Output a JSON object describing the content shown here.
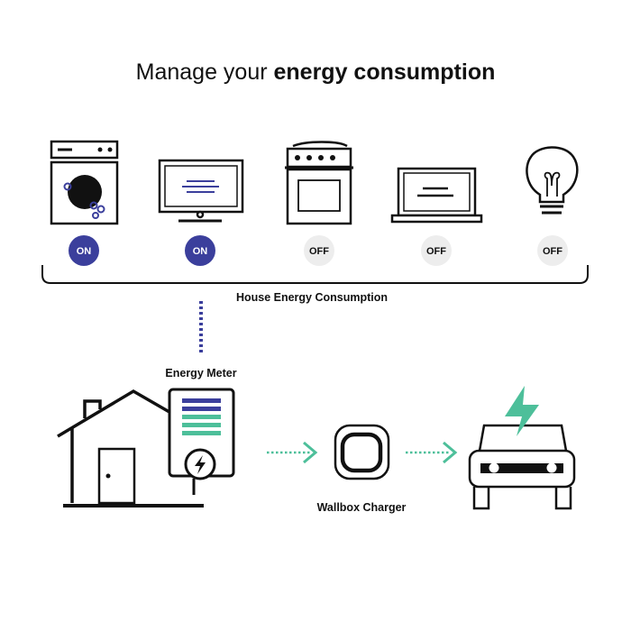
{
  "title": {
    "prefix": "Manage your ",
    "bold": "energy consumption"
  },
  "appliances": [
    {
      "name": "washing-machine",
      "state": "ON"
    },
    {
      "name": "monitor",
      "state": "ON"
    },
    {
      "name": "oven",
      "state": "OFF"
    },
    {
      "name": "laptop",
      "state": "OFF"
    },
    {
      "name": "light-bulb",
      "state": "OFF"
    }
  ],
  "labels": {
    "house_consumption": "House Energy Consumption",
    "energy_meter": "Energy Meter",
    "wallbox_charger": "Wallbox Charger"
  },
  "colors": {
    "on_badge": "#3b3f9c",
    "off_badge": "#ededed",
    "accent_green": "#4dbf9a",
    "accent_blue": "#3b3f9c",
    "stroke": "#111111"
  }
}
